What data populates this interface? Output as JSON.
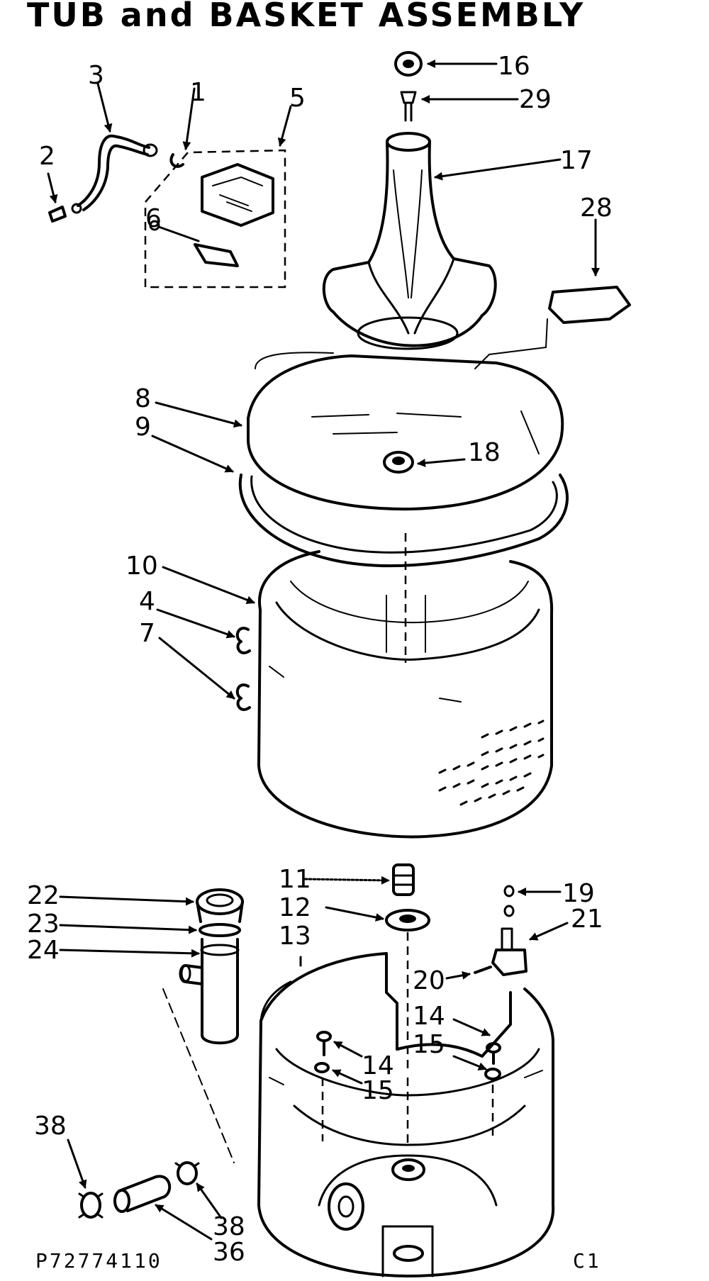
{
  "title": "TUB and BASKET ASSEMBLY",
  "footer": {
    "part_code": "P72774110",
    "page": "C1"
  },
  "callouts": [
    "16",
    "29",
    "17",
    "28",
    "3",
    "1",
    "5",
    "2",
    "6",
    "8",
    "9",
    "18",
    "10",
    "4",
    "7",
    "11",
    "12",
    "13",
    "19",
    "21",
    "22",
    "23",
    "24",
    "20",
    "14",
    "15",
    "14",
    "15",
    "38",
    "38",
    "36"
  ]
}
